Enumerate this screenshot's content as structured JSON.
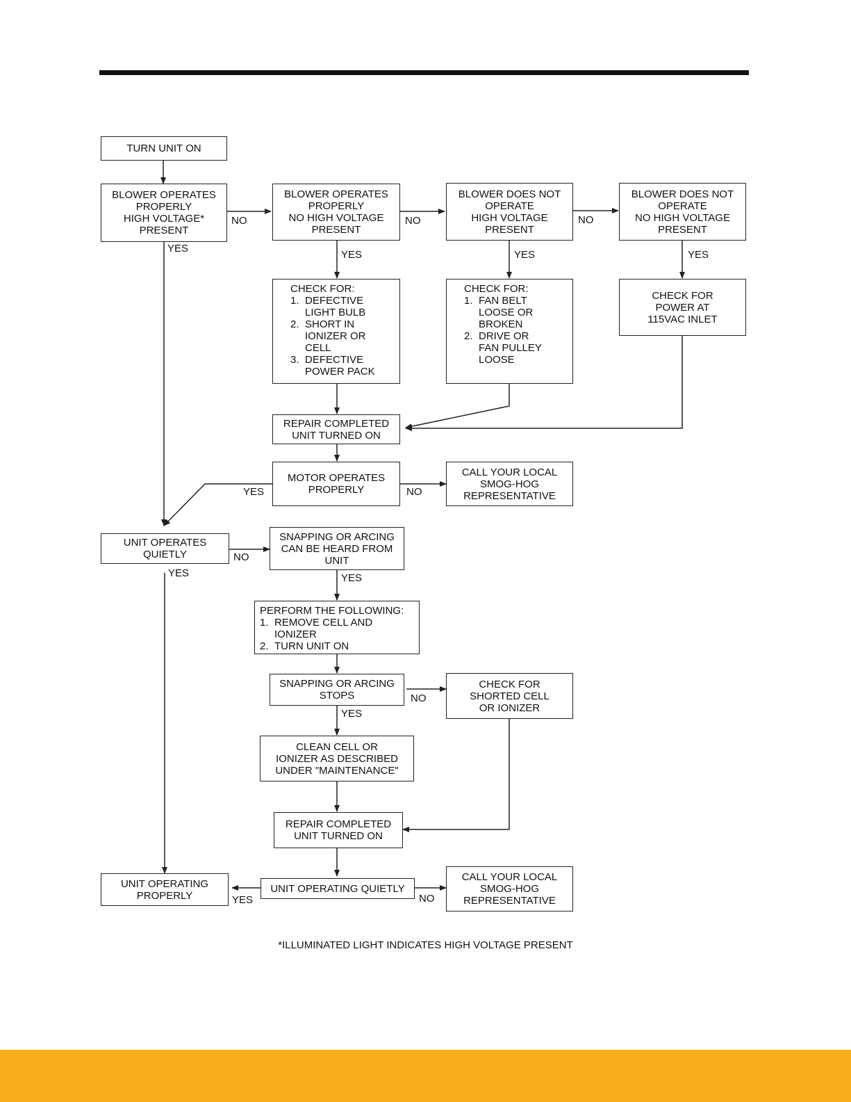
{
  "boxes": {
    "turn_on": [
      "TURN UNIT ON"
    ],
    "b1": [
      "BLOWER OPERATES",
      "PROPERLY",
      "HIGH VOLTAGE*",
      "PRESENT"
    ],
    "b2": [
      "BLOWER OPERATES",
      "PROPERLY",
      "NO HIGH VOLTAGE",
      "PRESENT"
    ],
    "b3": [
      "BLOWER DOES NOT",
      "OPERATE",
      "HIGH VOLTAGE",
      "PRESENT"
    ],
    "b4": [
      "BLOWER DOES NOT",
      "OPERATE",
      "NO HIGH VOLTAGE",
      "PRESENT"
    ],
    "check_power": [
      "CHECK FOR",
      "POWER AT",
      "115VAC INLET"
    ],
    "repair1": [
      "REPAIR COMPLETED",
      "UNIT TURNED ON"
    ],
    "motor": [
      "MOTOR OPERATES",
      "PROPERLY"
    ],
    "call1": [
      "CALL YOUR LOCAL",
      "SMOG-HOG",
      "REPRESENTATIVE"
    ],
    "quiet": [
      "UNIT OPERATES",
      "QUIETLY"
    ],
    "snap_heard": [
      "SNAPPING OR ARCING",
      "CAN BE HEARD FROM",
      "UNIT"
    ],
    "snap_stops": [
      "SNAPPING OR ARCING",
      "STOPS"
    ],
    "check_shorted": [
      "CHECK FOR",
      "SHORTED CELL",
      "OR IONIZER"
    ],
    "clean": [
      "CLEAN CELL OR",
      "IONIZER AS DESCRIBED",
      "UNDER \"MAINTENANCE\""
    ],
    "repair2": [
      "REPAIR COMPLETED",
      "UNIT TURNED ON"
    ],
    "op_quiet": [
      "UNIT OPERATING QUIETLY"
    ],
    "op_properly": [
      "UNIT OPERATING",
      "PROPERLY"
    ],
    "call2": [
      "CALL YOUR LOCAL",
      "SMOG-HOG",
      "REPRESENTATIVE"
    ]
  },
  "lists": {
    "check1": {
      "heading": "CHECK FOR:",
      "items": [
        {
          "num": "1.",
          "lines": [
            "DEFECTIVE",
            "LIGHT BULB"
          ]
        },
        {
          "num": "2.",
          "lines": [
            "SHORT IN",
            "IONIZER OR",
            "CELL"
          ]
        },
        {
          "num": "3.",
          "lines": [
            "DEFECTIVE",
            "POWER PACK"
          ]
        }
      ]
    },
    "check2": {
      "heading": "CHECK FOR:",
      "items": [
        {
          "num": "1.",
          "lines": [
            "FAN BELT",
            "LOOSE OR",
            "BROKEN"
          ]
        },
        {
          "num": "2.",
          "lines": [
            "DRIVE OR",
            "FAN PULLEY",
            "LOOSE"
          ]
        }
      ]
    },
    "perform": {
      "heading": "PERFORM THE FOLLOWING:",
      "items": [
        {
          "num": "1.",
          "lines": [
            "REMOVE CELL AND",
            "IONIZER"
          ]
        },
        {
          "num": "2.",
          "lines": [
            "TURN UNIT ON"
          ]
        }
      ]
    }
  },
  "labels": {
    "yes": "YES",
    "no": "NO"
  },
  "footnote": "*ILLUMINATED LIGHT INDICATES HIGH VOLTAGE PRESENT",
  "colors": {
    "footer_band": "#f7ac1a",
    "lines": "#222222"
  }
}
